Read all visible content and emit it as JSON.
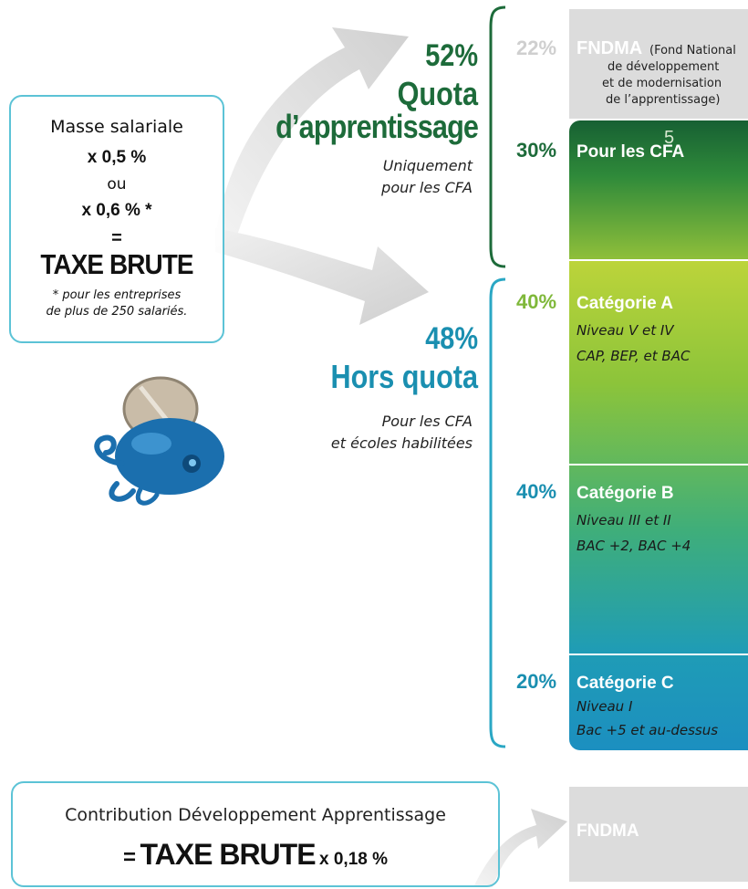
{
  "formula": {
    "masse": "Masse salariale",
    "rate1": "x 0,5 %",
    "ou": "ou",
    "rate2": "x 0,6 % *",
    "equals": "=",
    "taxe_brute": "TAXE BRUTE",
    "footnote_line1": "* pour les entreprises",
    "footnote_line2": "de plus  de 250 salariés."
  },
  "quota": {
    "pct": "52%",
    "title_line1": "Quota",
    "title_line2": "d’apprentissage",
    "desc_line1": "Uniquement",
    "desc_line2": "pour les CFA"
  },
  "hors_quota": {
    "pct": "48%",
    "title": "Hors quota",
    "desc_line1": "Pour les CFA",
    "desc_line2": "et écoles habilitées"
  },
  "fndma_top": {
    "pct": "22%",
    "label": "FNDMA",
    "desc_line1": "(Fond National",
    "desc_line2": "de développement",
    "desc_line3": "et de modernisation",
    "desc_line4": "de l’apprentissage)"
  },
  "cfa": {
    "pct": "30%",
    "label": "Pour les CFA",
    "page_num": "5"
  },
  "cat_a": {
    "pct": "40%",
    "label": "Catégorie A",
    "desc_line1": "Niveau V et IV",
    "desc_line2": "CAP, BEP, et BAC"
  },
  "cat_b": {
    "pct": "40%",
    "label": "Catégorie B",
    "desc_line1": "Niveau III et II",
    "desc_line2": "BAC +2, BAC +4"
  },
  "cat_c": {
    "pct": "20%",
    "label": "Catégorie C",
    "desc_line1": "Niveau I",
    "desc_line2": "Bac +5 et au-dessus"
  },
  "cda": {
    "title": "Contribution Développement Apprentissage",
    "equals": "=",
    "taxe_brute": "TAXE BRUTE",
    "rate": "x 0,18 %"
  },
  "fndma_bottom": {
    "label": "FNDMA"
  },
  "colors": {
    "dark_green": "#1d6b3a",
    "teal": "#1a8fb0",
    "light_green": "#7fb83a",
    "gray_box": "#dcdcdc",
    "box_border": "#5cc3d6"
  }
}
